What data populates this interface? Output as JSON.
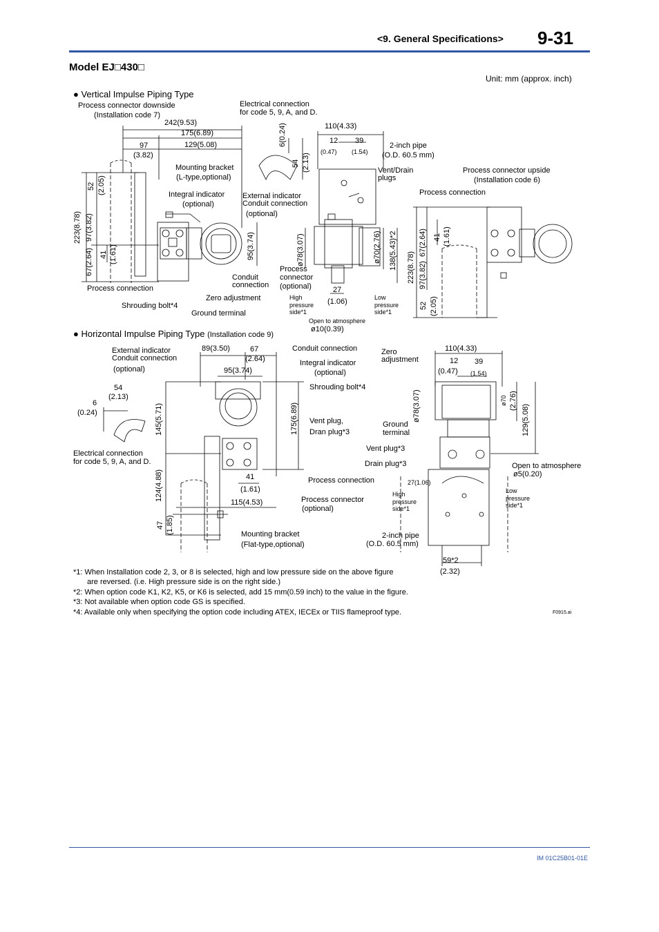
{
  "header": {
    "section": "<9.  General Specifications>",
    "page": "9-31"
  },
  "model_title": "Model EJ□430□",
  "unit_note": "Unit: mm (approx. inch)",
  "vertical": {
    "heading": "● Vertical Impulse Piping Type",
    "labels": {
      "pc_down": "Process connector downside",
      "pc_down_code": "(Installation code 7)",
      "elec": "Electrical connection",
      "elec_codes": "for code 5, 9, A, and D.",
      "d242": "242(9.53)",
      "d175": "175(6.89)",
      "d129": "129(5.08)",
      "d97": "97",
      "d97in": "(3.82)",
      "mb": "Mounting bracket",
      "mb2": "(L-type,optional)",
      "ii": "Integral indicator",
      "ii2": "(optional)",
      "ei": "External indicator",
      "cc": "Conduit connection",
      "opt": "(optional)",
      "d95": "95(3.74)",
      "conduit": "Conduit",
      "connection": "connection",
      "pconn": "Process connection",
      "zero": "Zero adjustment",
      "sb": "Shrouding bolt*4",
      "gt": "Ground terminal",
      "d52": "52",
      "d205": "(2.05)",
      "d223": "223(8.78)",
      "d97v": "97(3.82)",
      "d41": "41",
      "d161": "(1.61)",
      "d67": "67(2.64)",
      "d6": "6(0.24)",
      "d54": "54",
      "d213": "(2.13)",
      "d110": "110(4.33)",
      "d12": "12",
      "d047": "(0.47)",
      "d39": "39",
      "d154": "(1.54)",
      "pipe": "2-inch pipe",
      "pipe2": "(O.D. 60.5 mm)",
      "vdp": "Vent/Drain",
      "vdp2": "plugs",
      "d78": "ø78(3.07)",
      "d70": "ø70(2.76)",
      "d138": "138(5.43)*2",
      "pcn": "Process",
      "pcn2": "connector",
      "pcn3": "(optional)",
      "d27": "27",
      "d106": "(1.06)",
      "hp": "High",
      "hp2": "pressure",
      "hp3": "side*1",
      "lp": "Low",
      "lp2": "pressure",
      "lp3": "side*1",
      "ota": "Open to atmosphere",
      "ota2": "ø10(0.39)",
      "pc_up": "Process connector upside",
      "pc_up_code": "(Installation code 6)",
      "pconn2": "Process connection",
      "r223": "223(8.78)",
      "r67": "67(2.64)",
      "r41": "41",
      "r161": "(1.61)",
      "r97": "97(3.82)",
      "r52": "52",
      "r205": "(2.05)"
    }
  },
  "horizontal": {
    "heading": "● Horizontal Impulse Piping Type",
    "heading_code": "(Installation code 9)",
    "labels": {
      "ei": "External indicator",
      "cc": "Conduit connection",
      "opt": "(optional)",
      "d89": "89(3.50)",
      "d67": "67",
      "d264": "(2.64)",
      "cc2": "Conduit connection",
      "ii": "Integral indicator",
      "ii2": "(optional)",
      "d95": "95(3.74)",
      "sb": "Shrouding bolt*4",
      "d54": "54",
      "d213": "(2.13)",
      "d6": "6",
      "d024": "(0.24)",
      "d145": "145(5.71)",
      "d175": "175(6.89)",
      "vp": "Vent plug,",
      "dp": "Dran plug*3",
      "elec": "Electrical connection",
      "elec2": "for code 5, 9, A, and D.",
      "d41": "41",
      "d161": "(1.61)",
      "pconn": "Process connection",
      "d124": "124(4.88)",
      "d115": "115(4.53)",
      "pcn": "Process connector",
      "pcn2": "(optional)",
      "d47": "47",
      "d185": "(1.85)",
      "mb": "Mounting bracket",
      "mb2": "(Flat-type,optional)",
      "zero": "Zero",
      "zero2": "adjustment",
      "d110": "110(4.33)",
      "d12": "12",
      "d047": "(0.47)",
      "d39": "39",
      "d154": "(1.54)",
      "d78": "ø78(3.07)",
      "d70": "ø70",
      "d276": "(2.76)",
      "d129": "129(5.08)",
      "gt": "Ground",
      "gt2": "terminal",
      "vpl": "Vent plug*3",
      "dpl": "Drain plug*3",
      "ota": "Open to atmosphere",
      "ota2": "ø5(0.20)",
      "d27": "27(1.06)",
      "hp": "High",
      "hp2": "pressure",
      "hp3": "side*1",
      "lp": "Low",
      "lp2": "pressure",
      "lp3": "side*1",
      "pipe": "2-inch pipe",
      "pipe2": "(O.D. 60.5 mm)",
      "d59": "59*2",
      "d232": "(2.32)"
    }
  },
  "footnotes": [
    "*1:  When Installation code 2, 3, or 8 is selected, high and low pressure side on the above figure",
    "are reversed.  (i.e.  High pressure side is on the right side.)",
    "*2:  When option code K1, K2, K5, or K6 is selected, add 15 mm(0.59 inch) to the value in the figure.",
    "*3:  Not available when option code GS is specified.",
    "*4:  Available only when specifying the option code including ATEX, IECEx or TIIS flameproof type."
  ],
  "fig_id": "F0915.ai",
  "doc_id": "IM 01C25B01-01E"
}
